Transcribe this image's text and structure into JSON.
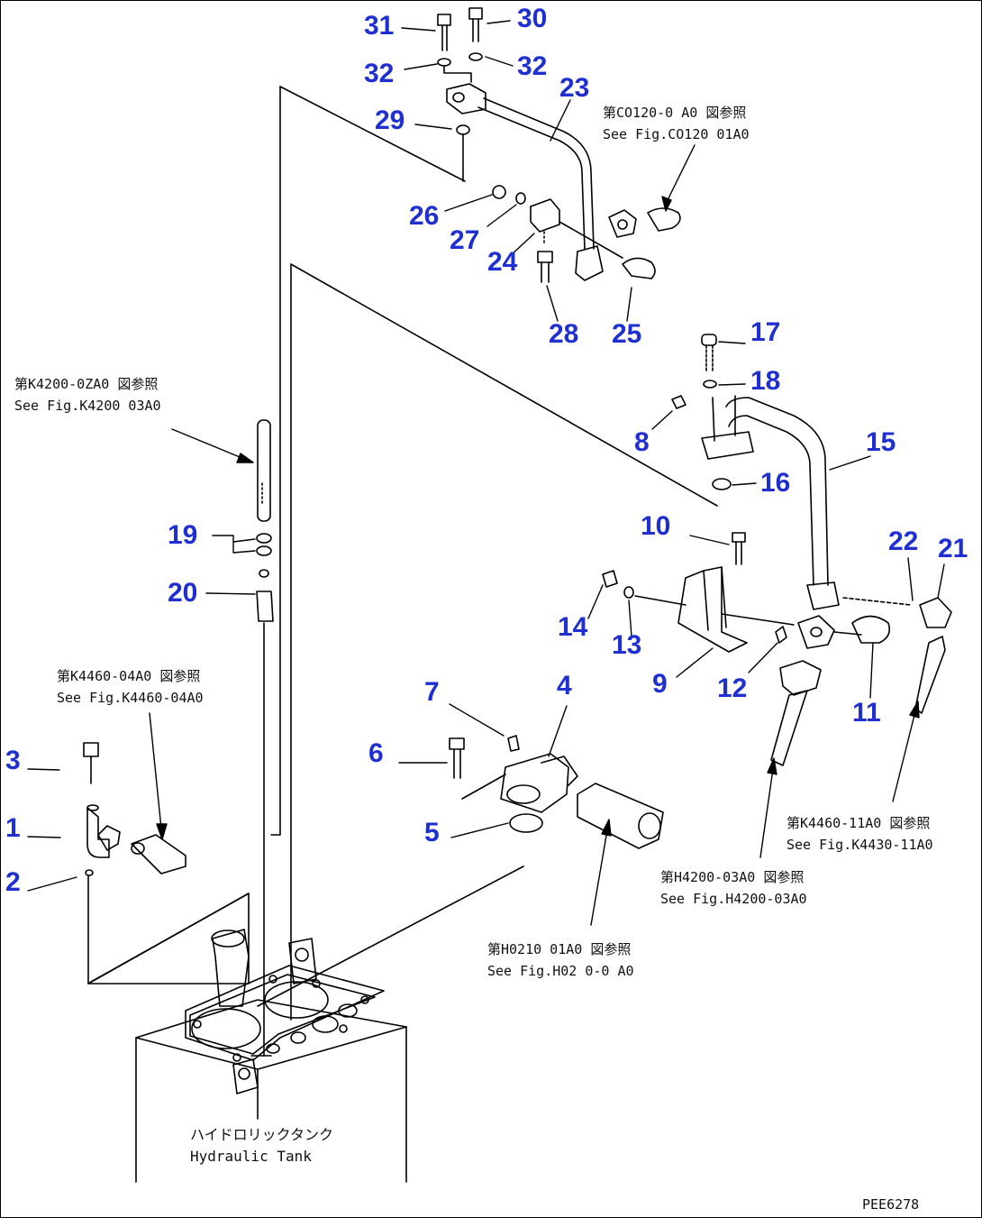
{
  "drawing_number": "PEE6278",
  "parts": [
    {
      "no": "31"
    },
    {
      "no": "30"
    },
    {
      "no": "32"
    },
    {
      "no": "32"
    },
    {
      "no": "23"
    },
    {
      "no": "29"
    },
    {
      "no": "26"
    },
    {
      "no": "27"
    },
    {
      "no": "24"
    },
    {
      "no": "28"
    },
    {
      "no": "25"
    },
    {
      "no": "17"
    },
    {
      "no": "18"
    },
    {
      "no": "8"
    },
    {
      "no": "15"
    },
    {
      "no": "16"
    },
    {
      "no": "10"
    },
    {
      "no": "22"
    },
    {
      "no": "21"
    },
    {
      "no": "14"
    },
    {
      "no": "13"
    },
    {
      "no": "9"
    },
    {
      "no": "12"
    },
    {
      "no": "11"
    },
    {
      "no": "19"
    },
    {
      "no": "20"
    },
    {
      "no": "7"
    },
    {
      "no": "4"
    },
    {
      "no": "6"
    },
    {
      "no": "5"
    },
    {
      "no": "3"
    },
    {
      "no": "1"
    },
    {
      "no": "2"
    }
  ],
  "references": [
    {
      "jp": "第CO120-0 A0 図参照",
      "en": "See Fig.CO120 01A0"
    },
    {
      "jp": "第K4200-0ZA0 図参照",
      "en": "See Fig.K4200 03A0"
    },
    {
      "jp": "第K4460-04A0 図参照",
      "en": "See Fig.K4460-04A0"
    },
    {
      "jp": "第K4460-11A0 図参照",
      "en": "See Fig.K4430-11A0"
    },
    {
      "jp": "第H4200-03A0 図参照",
      "en": "See Fig.H4200-03A0"
    },
    {
      "jp": "第H0210 01A0 図参照",
      "en": "See Fig.H02 0-0 A0"
    }
  ],
  "tank_label": {
    "jp": "ハイドロリックタンク",
    "en": "Hydraulic Tank"
  }
}
